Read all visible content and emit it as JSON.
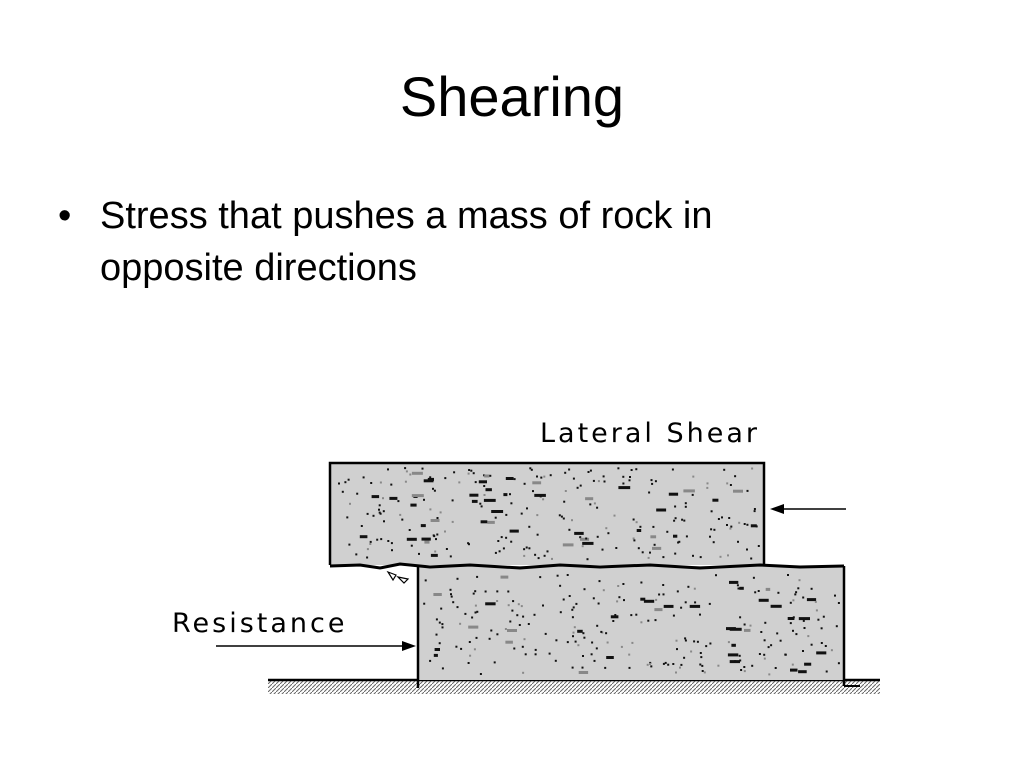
{
  "slide": {
    "title": "Shearing",
    "bullets": [
      {
        "mark": "•",
        "text": "Stress that pushes a mass of rock in opposite directions"
      }
    ]
  },
  "diagram": {
    "labels": {
      "top_force": "Lateral Shear",
      "bottom_force": "Resistance"
    },
    "colors": {
      "rock_fill": "#d0d0d0",
      "outline": "#000000",
      "ground_hatch": "#555555"
    },
    "icons": {
      "top_arrow": "left-arrow-icon",
      "bottom_arrow": "right-arrow-icon"
    }
  }
}
